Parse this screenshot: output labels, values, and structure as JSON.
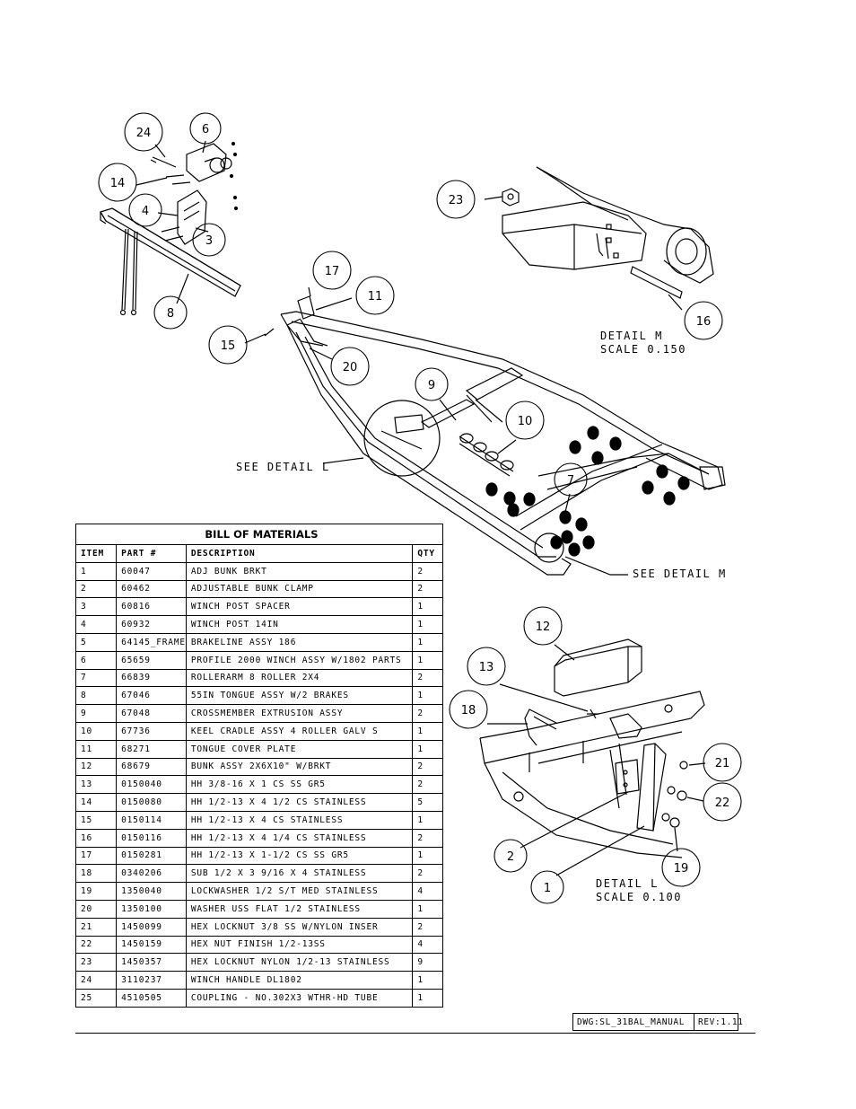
{
  "balloons": [
    {
      "label": "24"
    },
    {
      "label": "6"
    },
    {
      "label": "14"
    },
    {
      "label": "4"
    },
    {
      "label": "3"
    },
    {
      "label": "8"
    },
    {
      "label": "17"
    },
    {
      "label": "11"
    },
    {
      "label": "15"
    },
    {
      "label": "20"
    },
    {
      "label": "9"
    },
    {
      "label": "10"
    },
    {
      "label": "7"
    },
    {
      "label": "23"
    },
    {
      "label": "16"
    },
    {
      "label": "12"
    },
    {
      "label": "13"
    },
    {
      "label": "18"
    },
    {
      "label": "21"
    },
    {
      "label": "22"
    },
    {
      "label": "2"
    },
    {
      "label": "19"
    },
    {
      "label": "1"
    }
  ],
  "callouts": {
    "see_detail_l": "SEE DETAIL  L",
    "see_detail_m": "SEE DETAIL  M",
    "detail_m_title": "DETAIL  M",
    "detail_m_scale": "SCALE  0.150",
    "detail_l_title": "DETAIL  L",
    "detail_l_scale": "SCALE  0.100"
  },
  "bom": {
    "title": "BILL OF MATERIALS",
    "headers": [
      "ITEM",
      "PART #",
      "DESCRIPTION",
      "QTY"
    ],
    "rows": [
      [
        "1",
        "60047",
        "ADJ BUNK BRKT",
        "2"
      ],
      [
        "2",
        "60462",
        "ADJUSTABLE BUNK CLAMP",
        "2"
      ],
      [
        "3",
        "60816",
        "WINCH POST SPACER",
        "1"
      ],
      [
        "4",
        "60932",
        "WINCH POST  14IN",
        "1"
      ],
      [
        "5",
        "64145_FRAME",
        "BRAKELINE ASSY 186",
        "1"
      ],
      [
        "6",
        "65659",
        "PROFILE 2000 WINCH ASSY W/1802 PARTS",
        "1"
      ],
      [
        "7",
        "66839",
        "ROLLERARM 8 ROLLER 2X4",
        "2"
      ],
      [
        "8",
        "67046",
        "55IN TONGUE ASSY W/2 BRAKES",
        "1"
      ],
      [
        "9",
        "67048",
        "CROSSMEMBER EXTRUSION ASSY",
        "2"
      ],
      [
        "10",
        "67736",
        "KEEL CRADLE ASSY 4 ROLLER GALV S",
        "1"
      ],
      [
        "11",
        "68271",
        "TONGUE COVER PLATE",
        "1"
      ],
      [
        "12",
        "68679",
        "BUNK ASSY 2X6X10\" W/BRKT",
        "2"
      ],
      [
        "13",
        "0150040",
        "HH 3/8-16 X 1 CS SS GR5",
        "2"
      ],
      [
        "14",
        "0150080",
        "HH 1/2-13 X 4 1/2 CS STAINLESS",
        "5"
      ],
      [
        "15",
        "0150114",
        "HH 1/2-13 X 4 CS STAINLESS",
        "1"
      ],
      [
        "16",
        "0150116",
        "HH 1/2-13 X 4 1/4 CS STAINLESS",
        "2"
      ],
      [
        "17",
        "0150281",
        "HH 1/2-13 X 1-1/2 CS SS GR5",
        "1"
      ],
      [
        "18",
        "0340206",
        "SUB 1/2 X 3 9/16 X 4 STAINLESS",
        "2"
      ],
      [
        "19",
        "1350040",
        "LOCKWASHER 1/2 S/T MED STAINLESS",
        "4"
      ],
      [
        "20",
        "1350100",
        "WASHER USS FLAT 1/2 STAINLESS",
        "1"
      ],
      [
        "21",
        "1450099",
        "HEX LOCKNUT 3/8 SS W/NYLON INSER",
        "2"
      ],
      [
        "22",
        "1450159",
        "HEX NUT FINISH 1/2-13SS",
        "4"
      ],
      [
        "23",
        "1450357",
        "HEX LOCKNUT NYLON 1/2-13 STAINLESS",
        "9"
      ],
      [
        "24",
        "3110237",
        "WINCH HANDLE  DL1802",
        "1"
      ],
      [
        "25",
        "4510505",
        "COUPLING - NO.302X3 WTHR-HD TUBE",
        "1"
      ]
    ]
  },
  "title_block": {
    "dwg": "DWG:SL_31BAL_MANUAL",
    "rev": "REV:1.11"
  }
}
